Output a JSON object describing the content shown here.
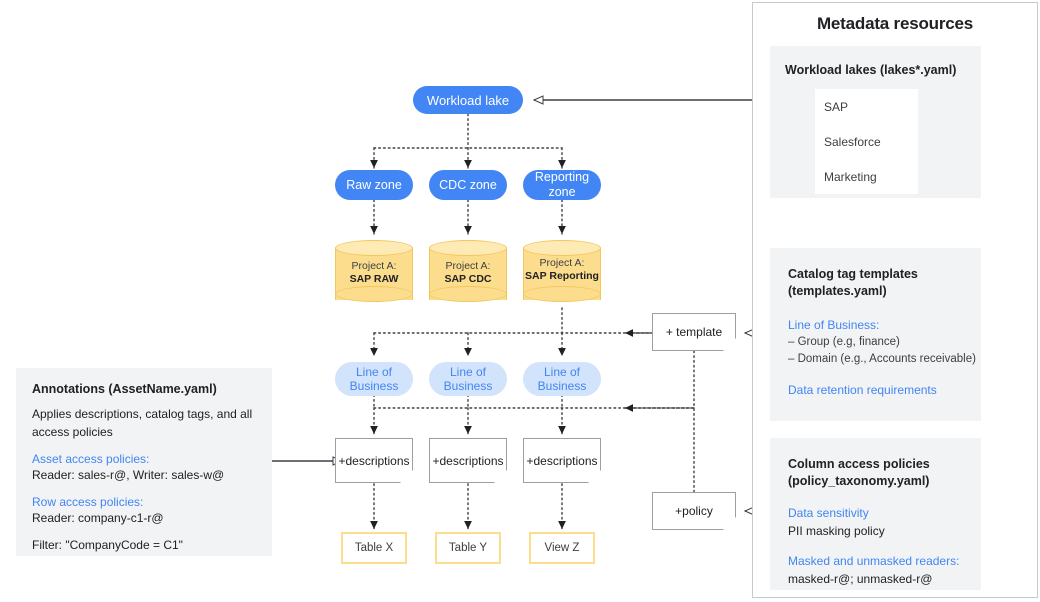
{
  "metadata_panel": {
    "title": "Metadata resources",
    "cards": [
      {
        "title": "Workload lakes (lakes*.yaml)",
        "items": [
          "SAP",
          "Salesforce",
          "Marketing"
        ]
      },
      {
        "title_line1": "Catalog tag templates",
        "title_line2": "(templates.yaml)",
        "heading1": "Line of Business:",
        "bullet1": "– Group (e.g, finance)",
        "bullet2": "– Domain (e.g., Accounts receivable)",
        "heading2": "Data retention requirements"
      },
      {
        "title_line1": "Column access policies",
        "title_line2": "(policy_taxonomy.yaml)",
        "heading1": "Data sensitivity",
        "value1": "PII masking policy",
        "heading2": "Masked and unmasked readers:",
        "value2": "masked-r@; unmasked-r@"
      }
    ]
  },
  "annotations": {
    "title": "Annotations (AssetName.yaml)",
    "body": "Applies descriptions, catalog tags, and all access policies",
    "asset_head": "Asset access policies:",
    "asset_val": "Reader: sales-r@, Writer: sales-w@",
    "row_head": "Row access policies:",
    "row_val": "Reader: company-c1-r@",
    "filter": "Filter: \"CompanyCode = C1\""
  },
  "flow": {
    "workload_lake": "Workload lake",
    "zones": [
      "Raw zone",
      "CDC zone",
      "Reporting zone"
    ],
    "projects": [
      {
        "line1": "Project A:",
        "line2": "SAP RAW"
      },
      {
        "line1": "Project A:",
        "line2": "SAP CDC"
      },
      {
        "line1": "Project A:",
        "line2": "SAP Reporting"
      }
    ],
    "lob": [
      "Line of Business",
      "Line of Business",
      "Line of Business"
    ],
    "descriptions": [
      "+descriptions",
      "+descriptions",
      "+descriptions"
    ],
    "outputs": [
      "Table X",
      "Table Y",
      "View Z"
    ],
    "template_note": "+ template",
    "policy_note": "+policy"
  },
  "colors": {
    "blue": "#4285f4",
    "light_blue": "#d2e3fc",
    "amber": "#fcdd8e",
    "amber_light": "#fdeab5",
    "card_gray": "#f1f3f4",
    "text": "#202124"
  }
}
